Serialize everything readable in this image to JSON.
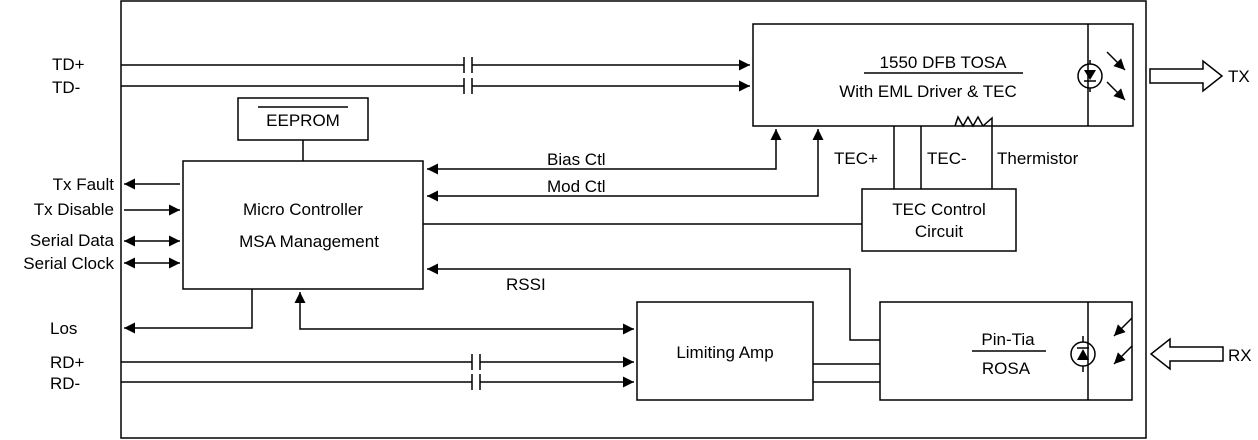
{
  "signals": {
    "td_plus": "TD+",
    "td_minus": "TD-",
    "tx_fault": "Tx Fault",
    "tx_disable": "Tx Disable",
    "serial_data": "Serial Data",
    "serial_clock": "Serial Clock",
    "los": "Los",
    "rd_plus": "RD+",
    "rd_minus": "RD-",
    "tx": "TX",
    "rx": "RX"
  },
  "blocks": {
    "tosa_line1": "1550 DFB TOSA",
    "tosa_line2": "With EML Driver & TEC",
    "eeprom": "EEPROM",
    "mcu_line1": "Micro Controller",
    "mcu_line2": "MSA Management",
    "tec_ctrl_line1": "TEC Control",
    "tec_ctrl_line2": "Circuit",
    "limiting_amp": "Limiting Amp",
    "rosa_line1": "Pin-Tia",
    "rosa_line2": "ROSA"
  },
  "connections": {
    "bias_ctl": "Bias Ctl",
    "mod_ctl": "Mod Ctl",
    "tec_plus": "TEC+",
    "tec_minus": "TEC-",
    "thermistor": "Thermistor",
    "rssi": "RSSI"
  }
}
